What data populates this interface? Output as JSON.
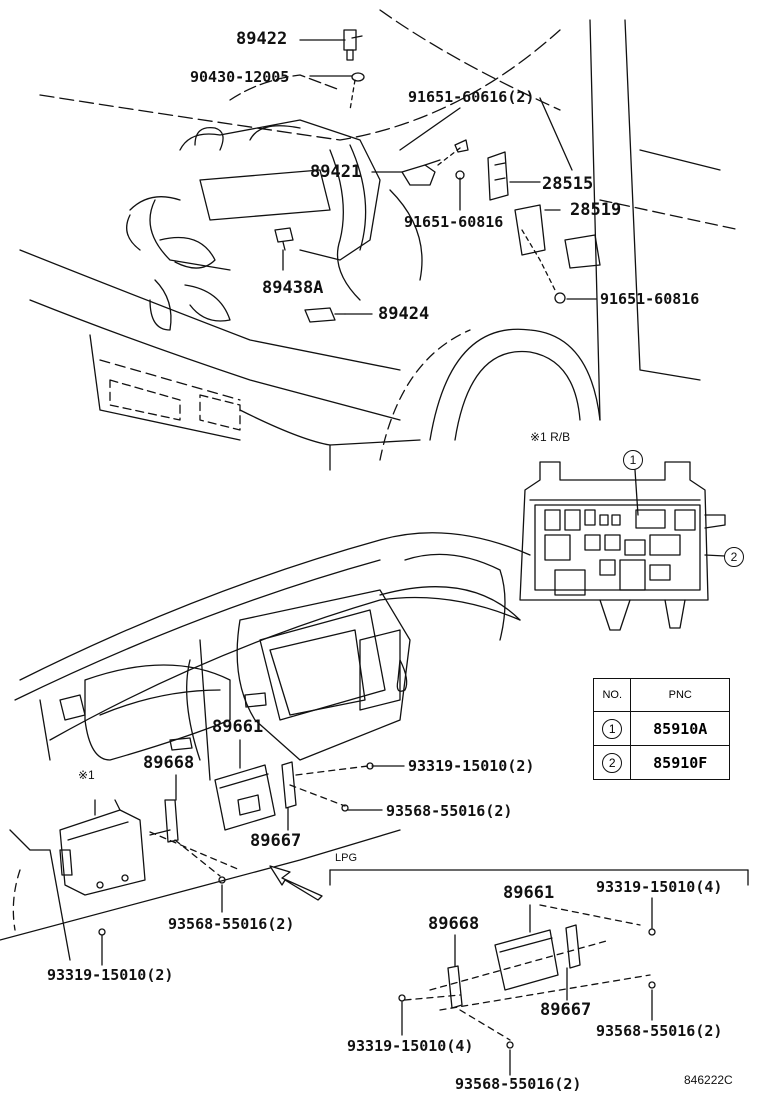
{
  "labels": {
    "p89422": "89422",
    "p90430": "90430-12005",
    "p91651_a": "91651-60616(2)",
    "p89421": "89421",
    "p28515": "28515",
    "p91651_b": "91651-60816",
    "p28519": "28519",
    "p89438A": "89438A",
    "p91651_c": "91651-60816",
    "p89424": "89424",
    "p89661_a": "89661",
    "p89668_a": "89668",
    "p93319_a": "93319-15010(2)",
    "p93568_a": "93568-55016(2)",
    "p89667_a": "89667",
    "p93568_b": "93568-55016(2)",
    "p93319_b": "93319-15010(2)",
    "p89661_b": "89661",
    "p93319_c": "93319-15010(4)",
    "p89668_b": "89668",
    "p89667_b": "89667",
    "p93319_d": "93319-15010(4)",
    "p93568_c": "93568-55016(2)",
    "p93568_d": "93568-55016(2)"
  },
  "notes": {
    "rb_label": "※1 R/B",
    "star1": "※1",
    "lpg": "LPG",
    "figure_code": "846222C"
  },
  "callouts": {
    "c1": "1",
    "c2": "2"
  },
  "table": {
    "headers": [
      "NO.",
      "PNC"
    ],
    "rows": [
      {
        "no": "1",
        "pnc": "85910A"
      },
      {
        "no": "2",
        "pnc": "85910F"
      }
    ]
  }
}
